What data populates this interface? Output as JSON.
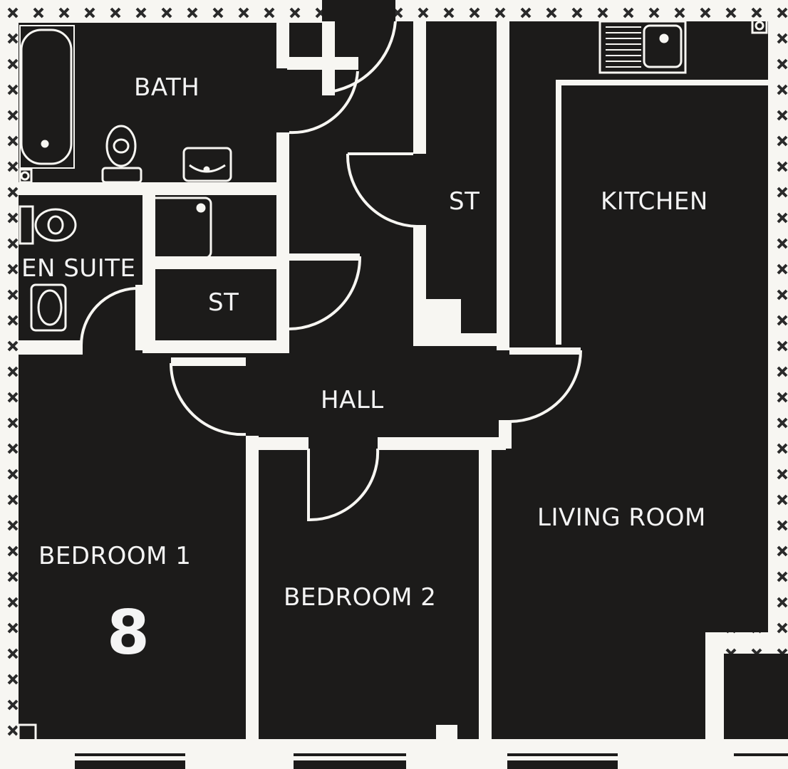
{
  "plan": {
    "unit_number": "8",
    "colors": {
      "floor": "#1c1b1a",
      "wall": "#f7f6f2",
      "hatch": "#2a2a2a"
    },
    "rooms": [
      {
        "id": "bath",
        "label": "BATH"
      },
      {
        "id": "en-suite",
        "label": "EN SUITE"
      },
      {
        "id": "store-1",
        "label": "ST"
      },
      {
        "id": "store-2",
        "label": "ST"
      },
      {
        "id": "kitchen",
        "label": "KITCHEN"
      },
      {
        "id": "hall",
        "label": "HALL"
      },
      {
        "id": "living-room",
        "label": "LIVING ROOM"
      },
      {
        "id": "bedroom-1",
        "label": "BEDROOM 1"
      },
      {
        "id": "bedroom-2",
        "label": "BEDROOM 2"
      }
    ],
    "fixtures": [
      "bathtub",
      "toilet",
      "washbasin",
      "shower-tray",
      "kitchen-sink",
      "boiler"
    ]
  }
}
